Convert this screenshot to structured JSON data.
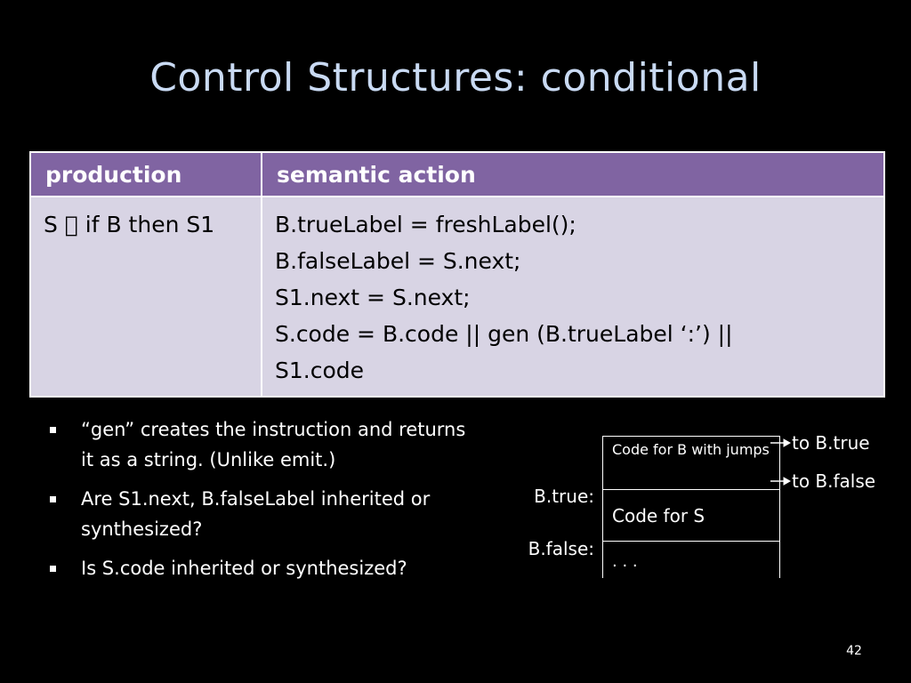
{
  "slide": {
    "title": "Control Structures: conditional",
    "number": "42"
  },
  "table": {
    "headers": [
      "production",
      "semantic action"
    ],
    "rows": [
      {
        "production": "S  if B then S1",
        "actions": [
          "B.trueLabel = freshLabel();",
          "B.falseLabel = S.next;",
          "S1.next = S.next;",
          "S.code = B.code || gen (B.trueLabel ‘:’) ||",
          "S1.code"
        ]
      }
    ]
  },
  "bullets": [
    "“gen” creates the instruction and returns it as a string. (Unlike emit.)",
    "Are S1.next, B.falseLabel inherited or synthesized?",
    "Is S.code inherited or synthesized?"
  ],
  "diagram": {
    "boxes": [
      "Code for B with jumps",
      "Code for S",
      ". . ."
    ],
    "labels": [
      "B.true:",
      "B.false:"
    ],
    "arrows": [
      "to B.true",
      "to B.false"
    ]
  }
}
